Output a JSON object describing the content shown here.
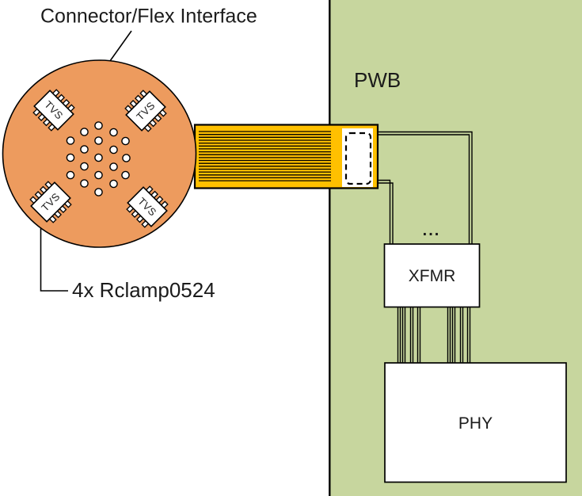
{
  "labels": {
    "title": "Connector/Flex Interface",
    "pwb": "PWB",
    "tvs": "TVS",
    "rclamp_callout": "4x Rclamp0524",
    "bus_ellipsis": "...",
    "xfmr": "XFMR",
    "phy": "PHY"
  },
  "colors": {
    "circle_orange": "#ED9B5E",
    "flex_yellow": "#FFC000",
    "pwb_green": "#C7D69E",
    "outline": "#000000",
    "block_fill": "#FFFFFF"
  }
}
